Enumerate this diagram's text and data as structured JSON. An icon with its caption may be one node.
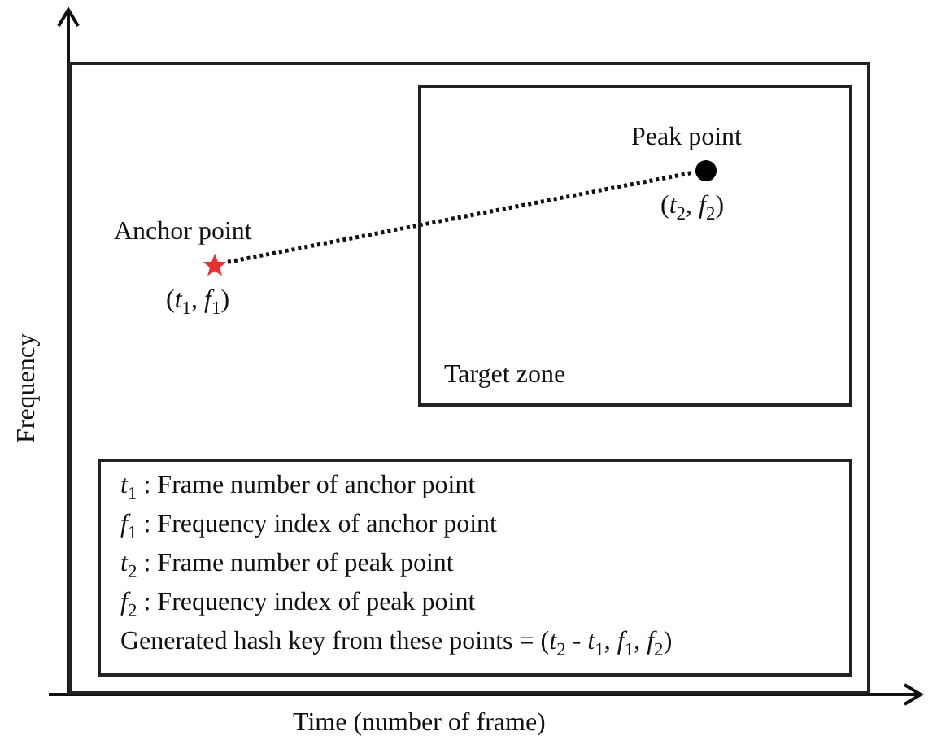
{
  "diagram": {
    "nodes": [
      {
        "text": [],
        "shape": "box"
      },
      {
        "text": [
          "Target zone"
        ],
        "in": 0
      },
      {
        "text": [
          "Anchor point",
          "(*t*$_{1}$, *f*$_{1}$)"
        ],
        "in": 0
      },
      {
        "text": [
          "Peak point",
          "(*t*$_{2}$, *f*$_{2}$)"
        ],
        "in": 1
      },
      {
        "text": [
          "*t*$_{1}$ : Frame number of anchor point",
          "*f*$_{1}$ : Frequency index of anchor point",
          "*t*$_{2}$ : Frame number of peak point",
          "*f*$_{2}$ : Frequency index of peak point",
          "Generated hash key from these points = (*t*$_{2}$ - *t*$_{1}$, *f*$_{1}$, *f*$_{2}$)"
        ],
        "in": 0
      }
    ],
    "edges": [
      {
        "from": 2,
        "to": 3,
        "arrow": "none",
        "style": "dashed"
      }
    ],
    "labels": [
      "Frequency",
      "Time (number of frame)"
    ]
  }
}
